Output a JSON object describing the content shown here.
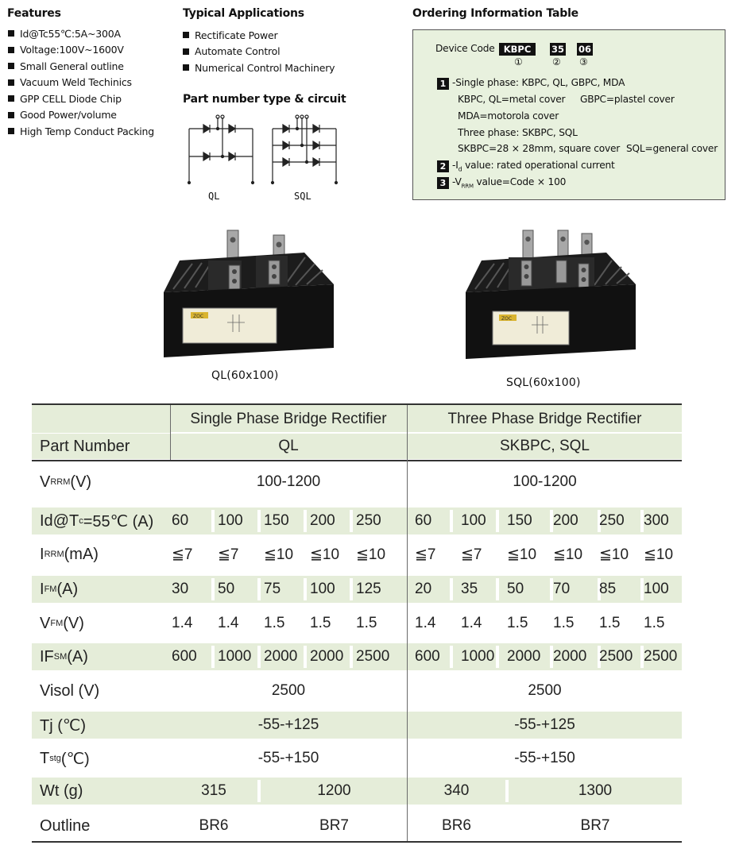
{
  "features": {
    "title": "Features",
    "items": [
      "Id@Tc55℃:5A~300A",
      "Voltage:100V~1600V",
      "Small General outline",
      "Vacuum Weld Techinics",
      "GPP CELL Diode Chip",
      "Good Power/volume",
      "High Temp Conduct Packing"
    ]
  },
  "applications": {
    "title": "Typical Applications",
    "items": [
      "Rectificate Power",
      "Automate Control",
      "Numerical Control Machinery"
    ]
  },
  "circuit": {
    "title": "Part number type & circuit",
    "ql_label": "QL",
    "sql_label": "SQL"
  },
  "ordering": {
    "title": "Ordering Information Table",
    "device_code_label": "Device Code",
    "code_parts": [
      "KBPC",
      "35",
      "06"
    ],
    "circled": [
      "①",
      "②",
      "③"
    ],
    "n1": "1",
    "n2": "2",
    "n3": "3",
    "line1": "-Single phase: KBPC, QL, GBPC, MDA",
    "line2": "KBPC, QL=metal cover",
    "line2b": "GBPC=plastel cover",
    "line3": "MDA=motorola cover",
    "line4": "Three phase: SKBPC, SQL",
    "line5": "SKBPC=28 × 28mm, square cover",
    "line5b": "SQL=general cover",
    "line6_pre": "-I",
    "line6_sub": "d",
    "line6_post": " value: rated operational current",
    "line7_pre": "-V",
    "line7_sub": "RRM",
    "line7_post": " value=Code × 100"
  },
  "photos": {
    "ql_caption": "QL(60x100)",
    "sql_caption": "SQL(60x100)",
    "label_text": "ZOC"
  },
  "table": {
    "header_single": "Single Phase Bridge Rectifier",
    "header_three": "Three Phase Bridge Rectifier",
    "part_number_label": "Part Number",
    "part_single": "QL",
    "part_three": "SKBPC, SQL",
    "vrrm": {
      "label_main": "V",
      "label_sub": "RRM",
      "label_unit": " (V)",
      "single": "100-1200",
      "three": "100-1200"
    },
    "id": {
      "label": "Id@T",
      "label_sub": "c",
      "label_post": "=55℃ (A)",
      "values": [
        "60",
        "100",
        "150",
        "200",
        "250",
        "60",
        "100",
        "150",
        "200",
        "250",
        "300"
      ]
    },
    "irrm": {
      "label_main": "I",
      "label_sub": "RRM",
      "label_unit": " (mA)",
      "values": [
        "≦7",
        "≦7",
        "≦10",
        "≦10",
        "≦10",
        "≦7",
        "≦7",
        "≦10",
        "≦10",
        "≦10",
        "≦10"
      ]
    },
    "ifm": {
      "label_main": "I",
      "label_sub": "FM",
      "label_unit": " (A)",
      "values": [
        "30",
        "50",
        "75",
        "100",
        "125",
        "20",
        "35",
        "50",
        "70",
        "85",
        "100"
      ]
    },
    "vfm": {
      "label_main": "V",
      "label_sub": "FM",
      "label_unit": " (V)",
      "values": [
        "1.4",
        "1.4",
        "1.5",
        "1.5",
        "1.5",
        "1.4",
        "1.4",
        "1.5",
        "1.5",
        "1.5",
        "1.5"
      ]
    },
    "ifsm": {
      "label_main": "IF",
      "label_sub": "SM",
      "label_unit": " (A)",
      "values": [
        "600",
        "1000",
        "2000",
        "2000",
        "2500",
        "600",
        "1000",
        "2000",
        "2000",
        "2500",
        "2500"
      ]
    },
    "visol": {
      "label": "Visol (V)",
      "single": "2500",
      "three": "2500"
    },
    "tj": {
      "label": "Tj (℃)",
      "single": "-55-+125",
      "three": "-55-+125"
    },
    "tstg": {
      "label_main": "T",
      "label_sub": "stg",
      "label_unit": " (℃)",
      "single": "-55-+150",
      "three": "-55-+150"
    },
    "wt": {
      "label": "Wt (g)",
      "values": [
        "315",
        "1200",
        "340",
        "1300"
      ]
    },
    "outline": {
      "label": "Outline",
      "values": [
        "BR6",
        "BR7",
        "BR6",
        "BR7"
      ]
    }
  }
}
